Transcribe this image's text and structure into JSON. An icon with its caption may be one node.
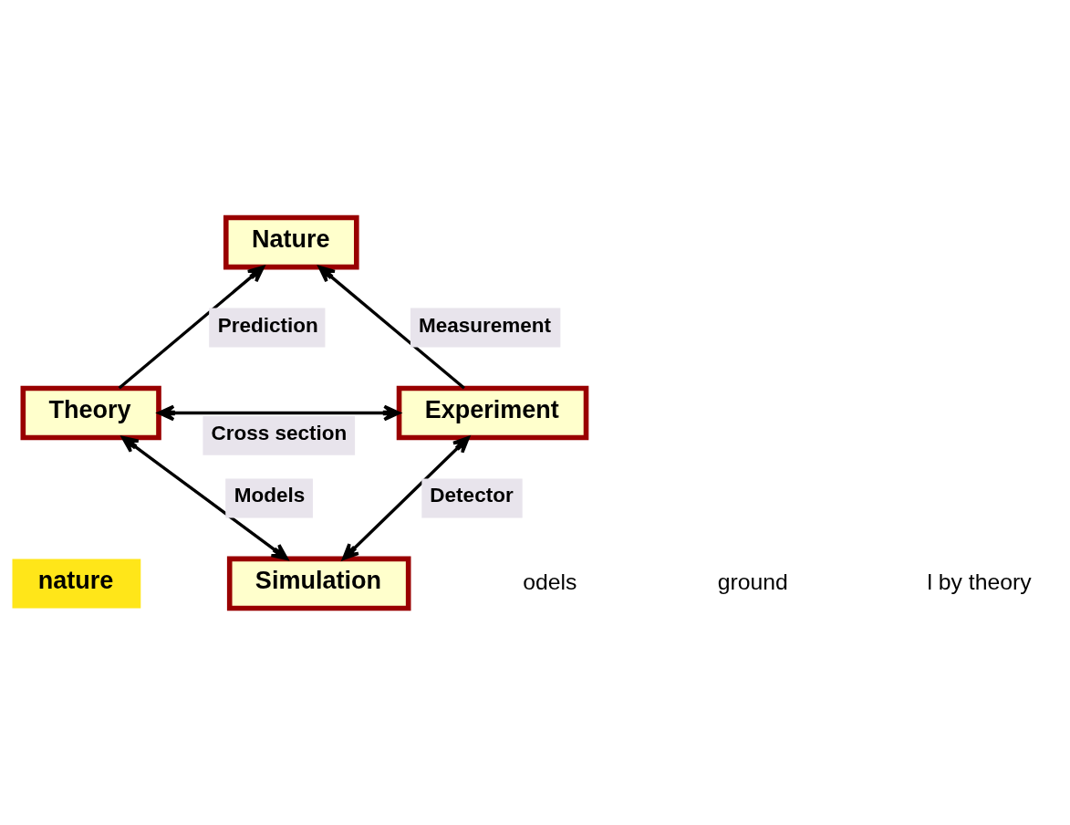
{
  "diagram": {
    "nodes": [
      {
        "text": [
          "nature"
        ]
      },
      {
        "text": [
          "Nature"
        ]
      },
      {
        "text": [
          "Theory"
        ]
      },
      {
        "text": [
          "Experiment"
        ]
      },
      {
        "text": [
          "Simulation"
        ]
      }
    ],
    "edges": [
      {
        "from": 2,
        "to": 1,
        "arrow": "to",
        "label": "Prediction"
      },
      {
        "from": 3,
        "to": 1,
        "arrow": "to",
        "label": "Measurement"
      },
      {
        "from": 2,
        "to": 3,
        "arrow": "both",
        "label": "Cross section"
      },
      {
        "from": 4,
        "to": 2,
        "arrow": "both",
        "label": "Models"
      },
      {
        "from": 4,
        "to": 3,
        "arrow": "both",
        "label": "Detector"
      }
    ],
    "labels": [
      "odels",
      "ground",
      "l by theory"
    ]
  }
}
